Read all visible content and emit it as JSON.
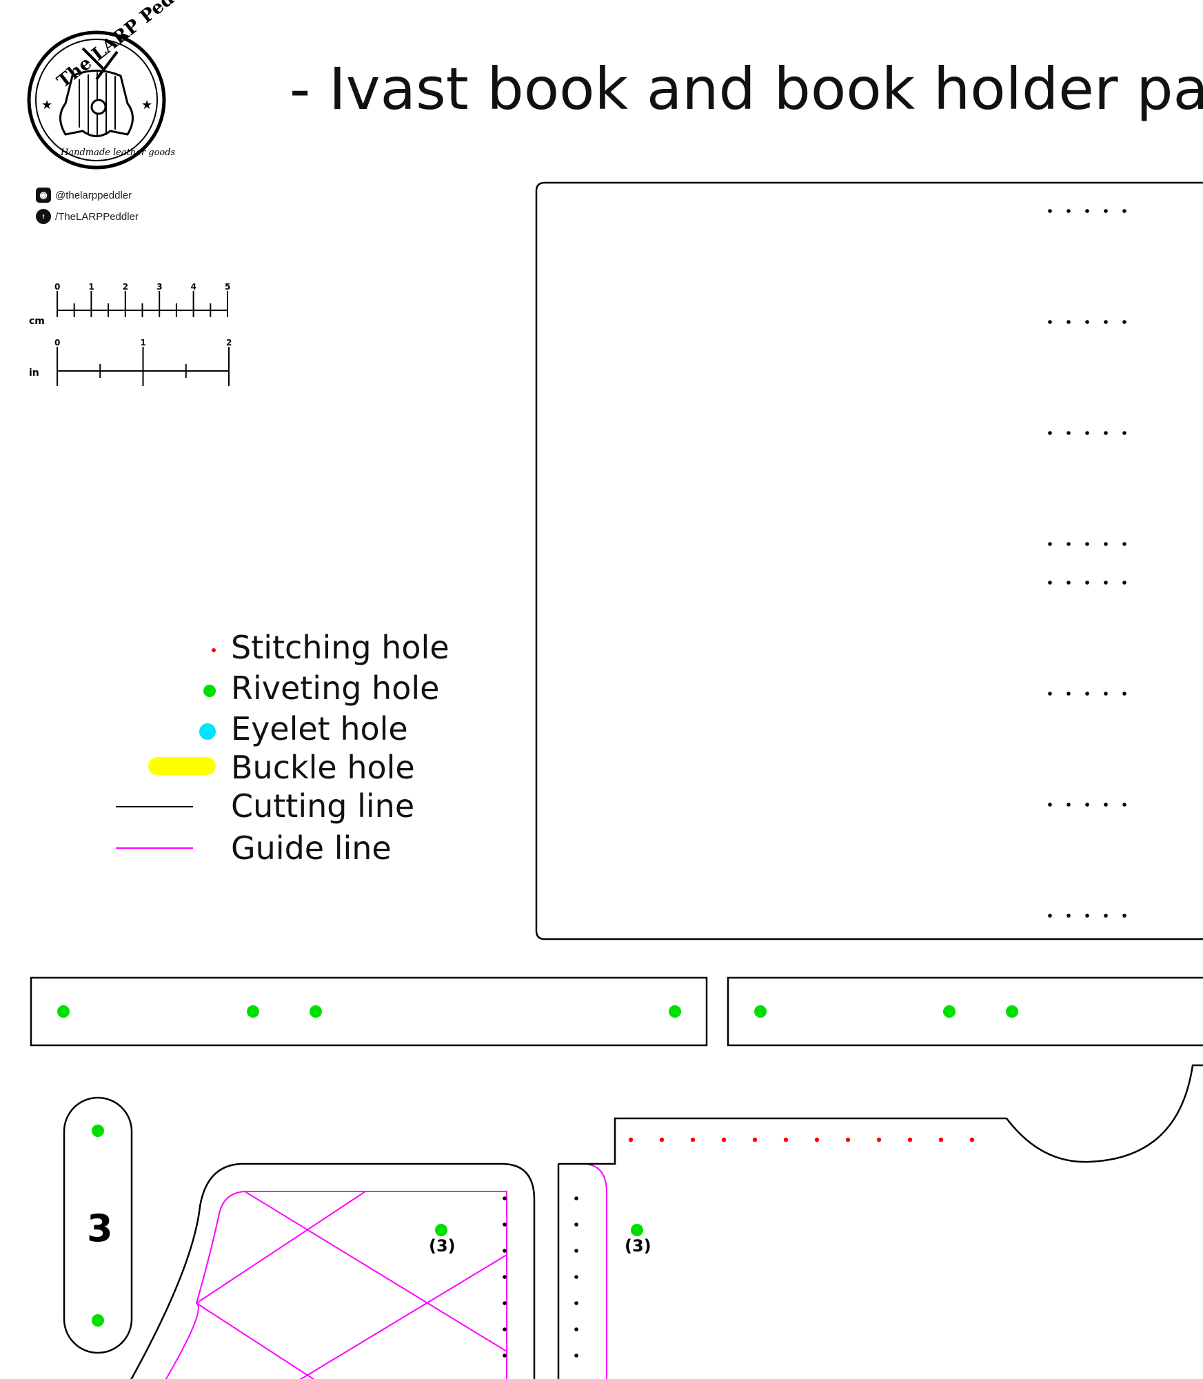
{
  "header": {
    "title": "- Ivast book and book holder patt",
    "brand": "The LARP Peddler",
    "brand_tagline": "Handmade leather goods"
  },
  "social": {
    "instagram": "@thelarppeddler",
    "facebook": "/TheLARPPeddler",
    "instagram_icon": "instagram-icon",
    "facebook_icon": "facebook-icon"
  },
  "scale": {
    "cm_label": "cm",
    "cm_ticks": [
      "0",
      "1",
      "2",
      "3",
      "4",
      "5"
    ],
    "in_label": "in",
    "in_ticks": [
      "0",
      "1",
      "2"
    ]
  },
  "legend": {
    "stitching": "Stitching hole",
    "riveting": "Riveting hole",
    "eyelet": "Eyelet hole",
    "buckle": "Buckle hole",
    "cutting": "Cutting line",
    "guide": "Guide line"
  },
  "colors": {
    "stitching": "#ff0000",
    "riveting": "#00e000",
    "eyelet": "#00e5ff",
    "buckle": "#ffff00",
    "cutting": "#000000",
    "guide": "#ff00ff"
  },
  "pieces": {
    "strap_number": "3",
    "rivet_group_label_a": "(3)",
    "rivet_group_label_b": "(3)"
  }
}
